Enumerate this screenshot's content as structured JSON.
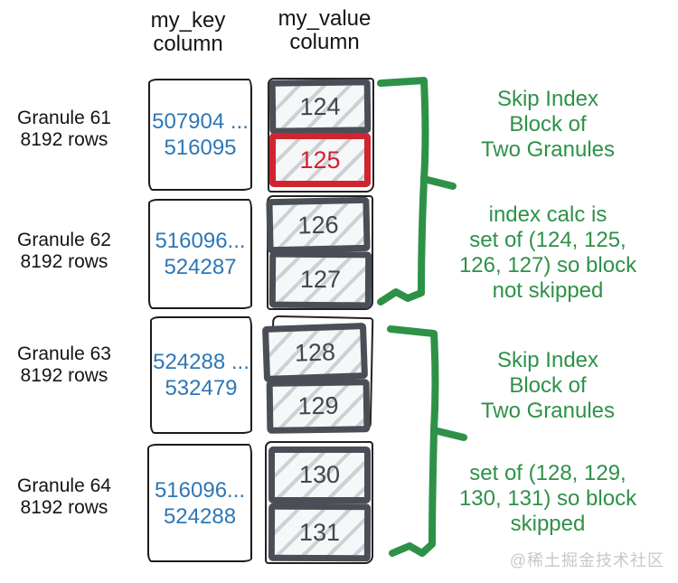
{
  "headers": {
    "key": "my_key\ncolumn",
    "value": "my_value\ncolumn"
  },
  "granules": [
    {
      "name": "Granule 61",
      "rows": "8192 rows",
      "key_range": "507904 ...\n516095",
      "values": [
        {
          "v": "124",
          "highlight": false
        },
        {
          "v": "125",
          "highlight": true
        }
      ]
    },
    {
      "name": "Granule 62",
      "rows": "8192 rows",
      "key_range": "516096...\n524287",
      "values": [
        {
          "v": "126",
          "highlight": false
        },
        {
          "v": "127",
          "highlight": false
        }
      ]
    },
    {
      "name": "Granule 63",
      "rows": "8192 rows",
      "key_range": "524288 ...\n532479",
      "values": [
        {
          "v": "128",
          "highlight": false
        },
        {
          "v": "129",
          "highlight": false
        }
      ]
    },
    {
      "name": "Granule 64",
      "rows": "8192 rows",
      "key_range": "516096...\n524288",
      "values": [
        {
          "v": "130",
          "highlight": false
        },
        {
          "v": "131",
          "highlight": false
        }
      ]
    }
  ],
  "annotations": [
    {
      "title": "Skip Index\nBlock of\nTwo Granules",
      "detail": "index calc is\nset of (124, 125,\n126, 127) so block\nnot skipped"
    },
    {
      "title": "Skip Index\nBlock of\nTwo Granules",
      "detail": "set of (128, 129,\n130, 131) so block\nskipped"
    }
  ],
  "watermark": "@稀土掘金技术社区",
  "colors": {
    "annotation_green": "#2e9148",
    "highlight_red": "#d02430",
    "key_text_blue": "#2d77b6",
    "block_border_slate": "#4a4f57",
    "value_text_gray": "#43464d",
    "sketch_black": "#1b1b1b",
    "watermark_gray": "#c8c8c8"
  }
}
